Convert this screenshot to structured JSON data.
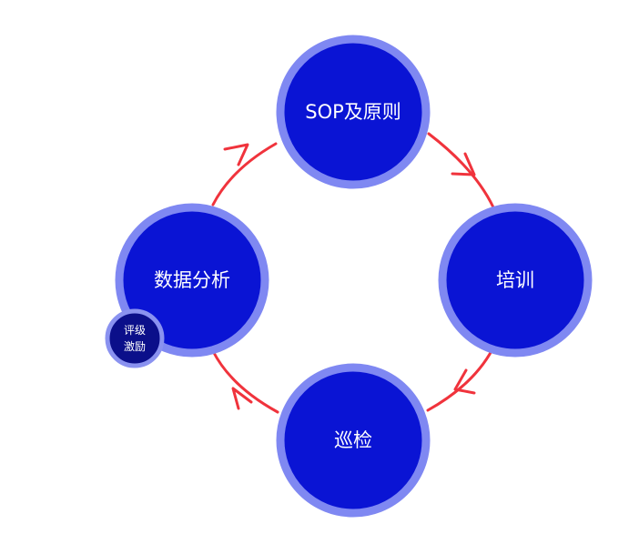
{
  "colors": {
    "background": "#ffffff",
    "node_fill": "#0a14d4",
    "node_ring": "#7f88f2",
    "badge_fill": "#0b0f8a",
    "badge_ring": "#8a92f0",
    "arrow": "#f0333c",
    "text": "#ffffff"
  },
  "diagram": {
    "nodes": {
      "sop": "SOP及原则",
      "training": "培训",
      "inspection": "巡检",
      "analysis": "数据分析"
    },
    "badge": {
      "line1": "评级",
      "line2": "激励"
    }
  }
}
